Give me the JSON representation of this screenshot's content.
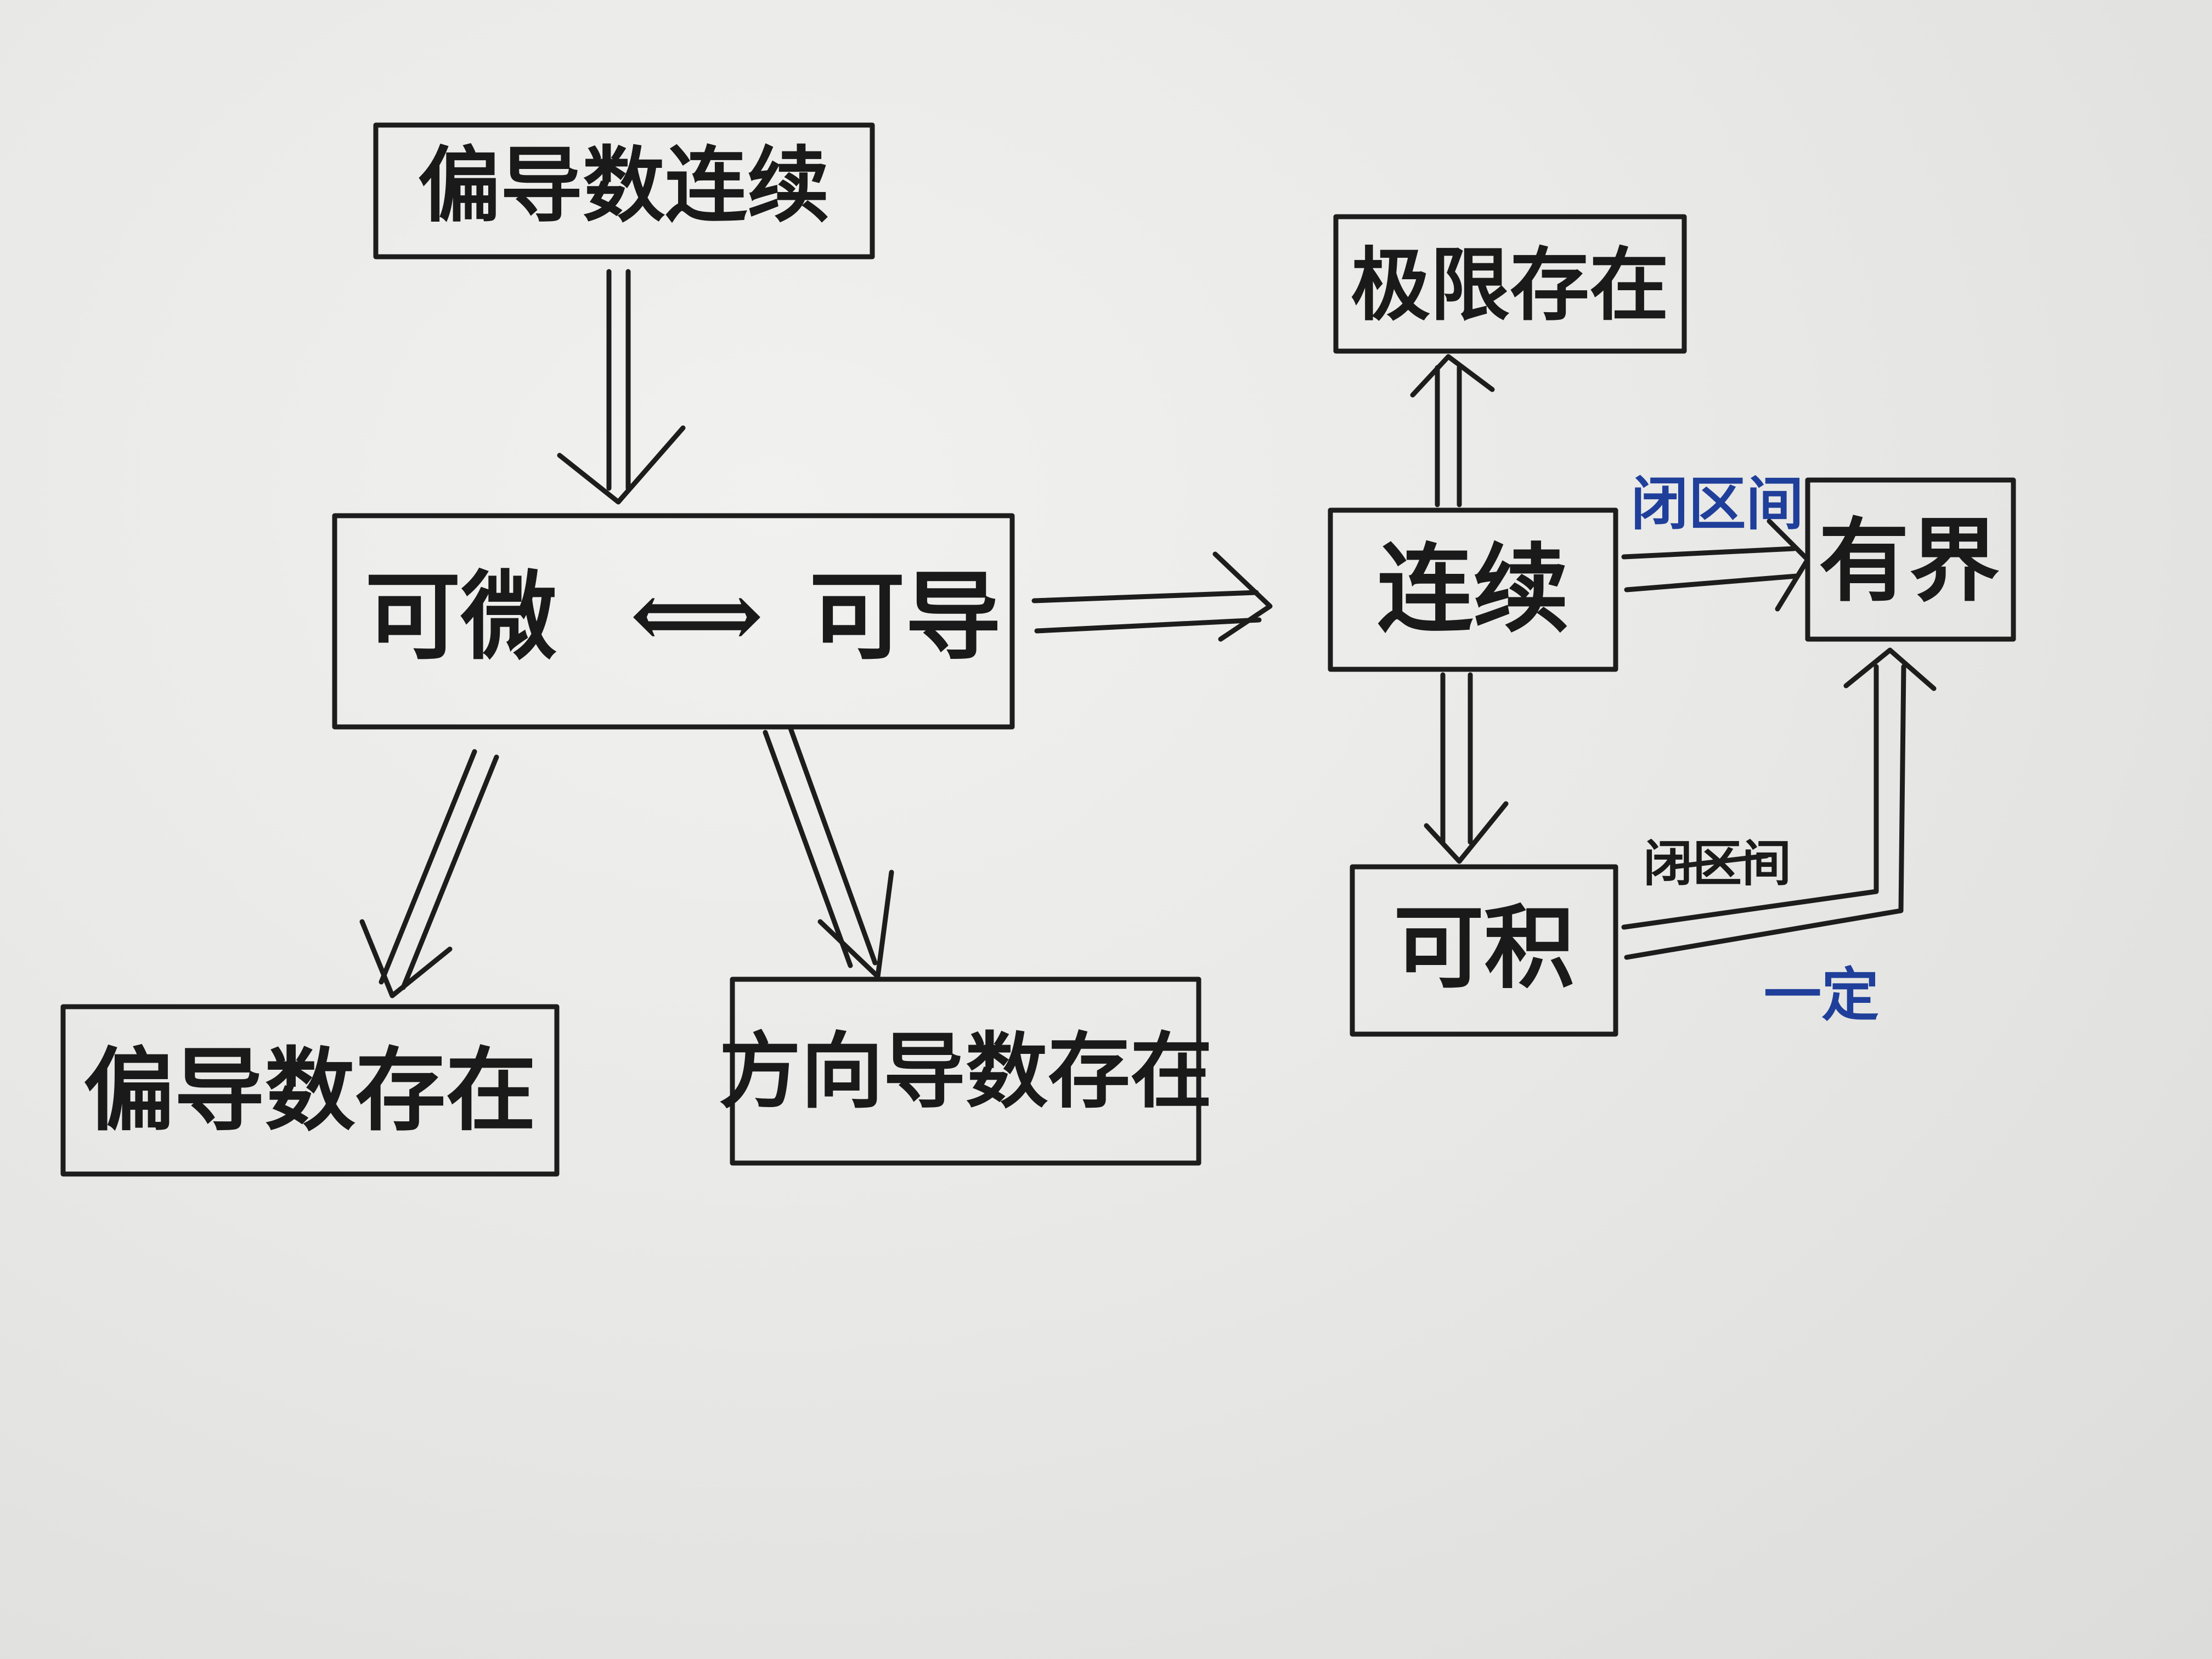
{
  "nodes": {
    "partial_continuous": "偏导数连续",
    "differentiable": "可微",
    "derivable": "可导",
    "partial_exists": "偏导数存在",
    "directional_exists": "方向导数存在",
    "limit_exists": "极限存在",
    "continuous": "连续",
    "integrable": "可积",
    "bounded": "有界"
  },
  "equivalence_symbol": "⟺",
  "notes": {
    "closed_interval": "闭区间",
    "certainly": "一定"
  },
  "colors": {
    "ink": "#1d1d1d",
    "blue_ink": "#1f3f9a",
    "paper": "#ececea"
  }
}
